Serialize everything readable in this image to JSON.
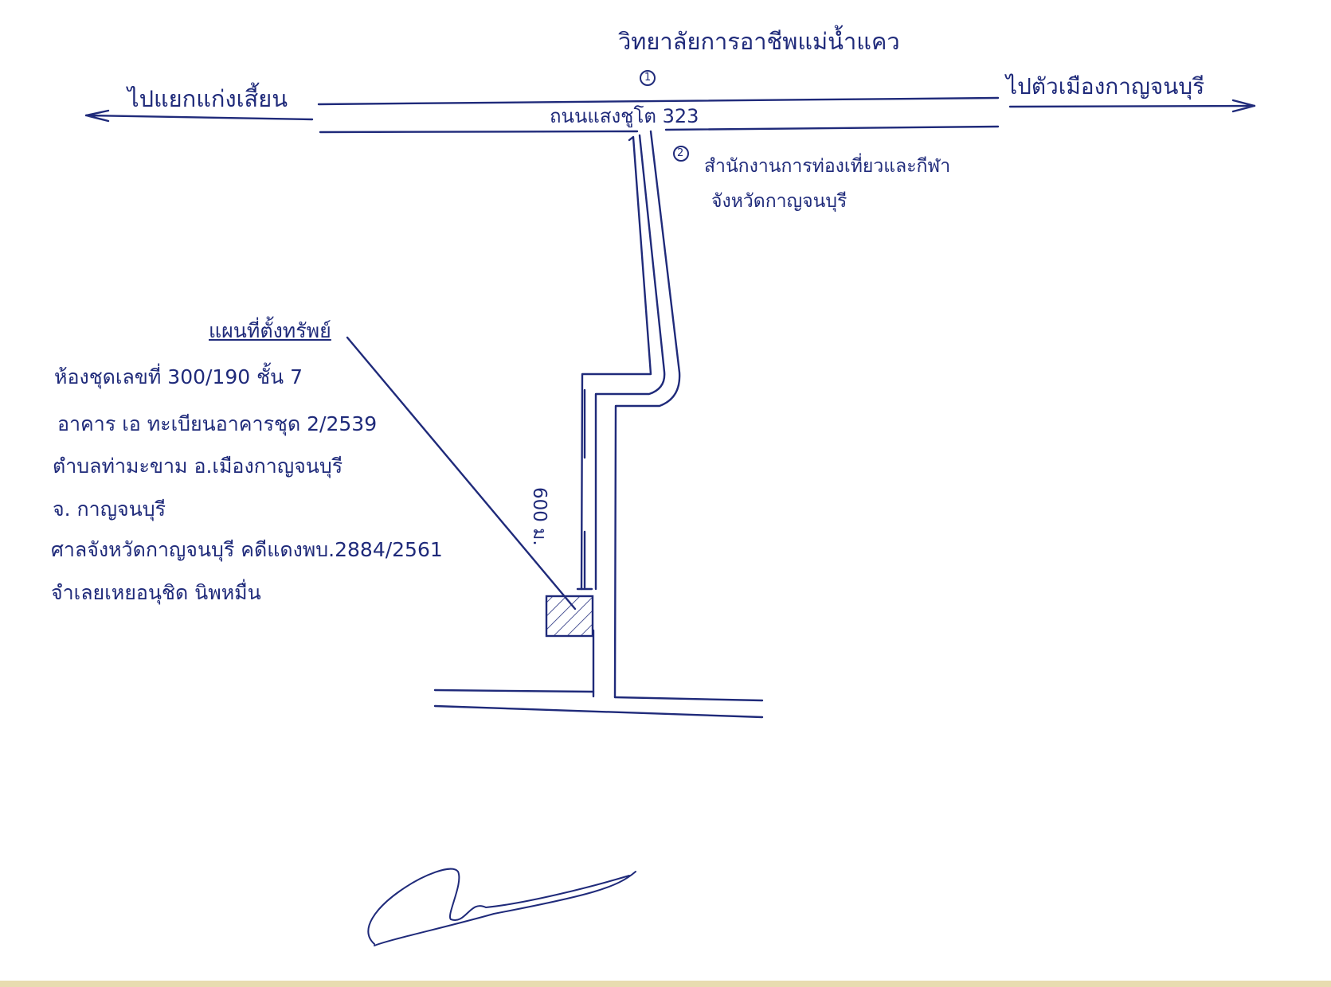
{
  "landmarks": {
    "college": {
      "marker": "1",
      "label": "วิทยาลัยการอาชีพแม่น้ำแคว"
    },
    "tourism_office": {
      "marker": "2",
      "line1": "สำนักงานการท่องเที่ยวและกีฬา",
      "line2": "จังหวัดกาญจนบุรี"
    }
  },
  "roads": {
    "main_road_name": "ถนนแสงชูโต 323",
    "left_direction": "ไปแยกแก่งเสี้ยน",
    "right_direction": "ไปตัวเมืองกาญจนบุรี",
    "distance_label": "600 ม."
  },
  "info": {
    "heading": "แผนที่ตั้งทรัพย์",
    "lines": [
      "ห้องชุดเลขที่ 300/190 ชั้น 7",
      "อาคาร เอ ทะเบียนอาคารชุด 2/2539",
      "ตำบลท่ามะขาม    อ.เมืองกาญจนบุรี",
      "จ. กาญจนบุรี",
      "ศาลจังหวัดกาญจนบุรี    คดีแดงพบ.2884/2561",
      "จำเลยเหยอนุชิด    นิพหมื่น"
    ]
  },
  "colors": {
    "ink": "#1f2a7a",
    "paper": "#ffffff"
  }
}
